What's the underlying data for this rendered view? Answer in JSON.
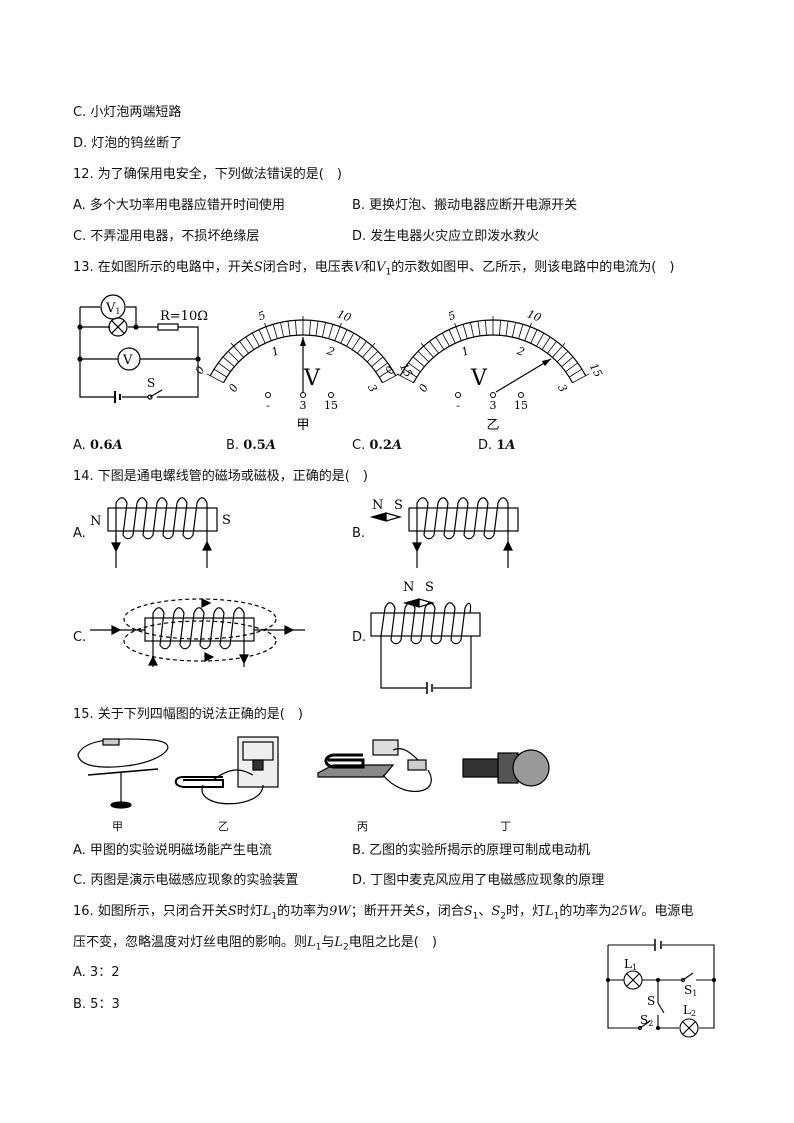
{
  "q11": {
    "c": "C. 小灯泡两端短路",
    "d": "D. 灯泡的钨丝断了"
  },
  "q12": {
    "stem": "12. 为了确保用电安全，下列做法错误的是(　)",
    "a": "A. 多个大功率用电器应错开时间使用",
    "b": "B. 更换灯泡、搬动电器应断开电源开关",
    "c": "C. 不弄湿用电器，不损坏绝缘层",
    "d": "D. 发生电器火灾应立即泼水救火"
  },
  "q13": {
    "stem_pre": "13. 在如图所示的电路中，开关",
    "stem_s": "S",
    "stem_mid": "闭合时，电压表",
    "stem_v": "V",
    "stem_and": "和",
    "stem_v1": "V",
    "stem_v1_sub": "1",
    "stem_post": "的示数如图甲、乙所示，则该电路中的电流为(　)",
    "circuit": {
      "v1": "V",
      "v1_sub": "1",
      "v": "V",
      "r": "R=10Ω",
      "s": "S"
    },
    "meters": [
      {
        "caption": "甲",
        "reading": 1.5,
        "outer_labels": [
          "0",
          "5",
          "10",
          "15"
        ],
        "inner_labels": [
          "0",
          "1",
          "2",
          "3"
        ],
        "unit": "V",
        "terminals": [
          "-",
          "3",
          "15"
        ]
      },
      {
        "caption": "乙",
        "reading": 2.5,
        "outer_labels": [
          "0",
          "5",
          "10",
          "15"
        ],
        "inner_labels": [
          "0",
          "1",
          "2",
          "3"
        ],
        "unit": "V",
        "terminals": [
          "-",
          "3",
          "15"
        ]
      }
    ],
    "options": [
      {
        "letter": "A.",
        "value": "0.6",
        "unit": "A"
      },
      {
        "letter": "B.",
        "value": "0.5",
        "unit": "A"
      },
      {
        "letter": "C.",
        "value": "0.2",
        "unit": "A"
      },
      {
        "letter": "D.",
        "value": "1",
        "unit": "A"
      }
    ]
  },
  "q14": {
    "stem": "14. 下图是通电螺线管的磁场或磁极，正确的是(　)",
    "a": "A.",
    "b": "B.",
    "c": "C.",
    "d": "D.",
    "n": "N",
    "s": "S"
  },
  "q15": {
    "stem": "15. 关于下列四幅图的说法正确的是(　)",
    "captions": [
      "甲",
      "乙",
      "丙",
      "丁"
    ],
    "a": "A. 甲图的实验说明磁场能产生电流",
    "b": "B. 乙图的实验所揭示的原理可制成电动机",
    "c": "C. 丙图是演示电磁感应现象的实验装置",
    "d": "D. 丁图中麦克风应用了电磁感应现象的原理"
  },
  "q16": {
    "line1_a": "16. 如图所示，只闭合开关",
    "line1_s": "S",
    "line1_b": "时灯",
    "line1_l1": "L",
    "line1_c": "的功率为",
    "line1_p1": "9W",
    "line1_d": "；断开开关",
    "line1_e": "，闭合",
    "line1_s1": "S",
    "line1_f": "、",
    "line1_s2": "S",
    "line1_g": "时，灯",
    "line1_h": "的功率为",
    "line1_p2": "25W",
    "line1_i": "。电源电",
    "line2_a": "压不变，忽略温度对灯丝电阻的影响。则",
    "line2_b": "与",
    "line2_c": "电阻之比是(　)",
    "sub1": "1",
    "sub2": "2",
    "a": "A. 3：2",
    "b": "B. 5：3",
    "circuit": {
      "l1": "L",
      "l2": "L",
      "s": "S",
      "s1": "S",
      "s2": "S",
      "sub1": "1",
      "sub2": "2"
    }
  }
}
